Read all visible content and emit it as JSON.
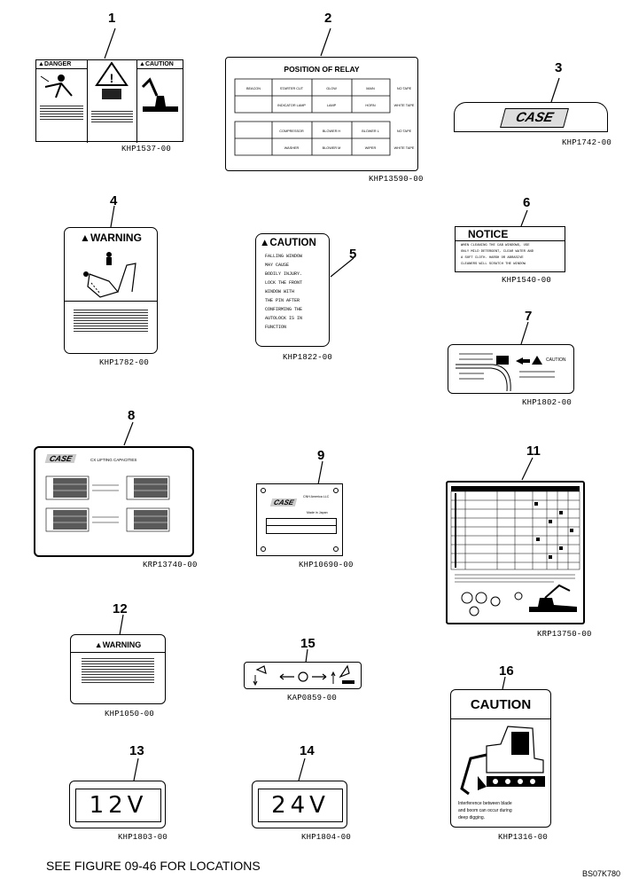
{
  "items": [
    {
      "number": "1",
      "code": "KHP1537-00",
      "text": [
        "DANGER",
        "CAUTION"
      ]
    },
    {
      "number": "2",
      "code": "KHP13590-00",
      "text": [
        "POSITION OF RELAY",
        "BEACON",
        "STARTER CUT",
        "GLOW",
        "MAIN",
        "INDICATOR LAMP",
        "LAMP",
        "HORN",
        "COMPRESSOR",
        "BLOWER H",
        "BLOWER L",
        "WASHER",
        "BLOWER M",
        "WIPER",
        "NO TAPE",
        "WHITE TAPE"
      ]
    },
    {
      "number": "3",
      "code": "KHP1742-00",
      "text": [
        "CASE"
      ]
    },
    {
      "number": "4",
      "code": "KHP1782-00",
      "text": [
        "WARNING"
      ]
    },
    {
      "number": "5",
      "code": "KHP1822-00",
      "text": [
        "CAUTION",
        "FALLING WINDOW",
        "MAY CAUSE",
        "BODILY INJURY.",
        "LOCK THE FRONT",
        "WINDOW WITH",
        "THE PIN AFTER",
        "CONFIRMING THE",
        "AUTOLOCK IS IN",
        "FUNCTION"
      ]
    },
    {
      "number": "6",
      "code": "KHP1540-00",
      "text": [
        "NOTICE",
        "WHEN CLEANING THE CAB WINDOWS, USE",
        "ONLY MILD DETERGENT, CLEAR WATER AND",
        "A SOFT CLOTH. HARSH OR ABRASIVE",
        "CLEANERS WILL SCRATCH THE WINDOW"
      ]
    },
    {
      "number": "7",
      "code": "KHP1802-00",
      "text": [
        "CAUTION"
      ]
    },
    {
      "number": "8",
      "code": "KRP13740-00",
      "text": [
        "CASE",
        "CX LIFTING CAPACITIES"
      ]
    },
    {
      "number": "9",
      "code": "KHP10690-00",
      "text": [
        "CASE",
        "CNH America LLC",
        "Made in Japan"
      ]
    },
    {
      "number": "11",
      "code": "KRP13750-00",
      "text": []
    },
    {
      "number": "12",
      "code": "KHP1050-00",
      "text": [
        "WARNING"
      ]
    },
    {
      "number": "15",
      "code": "KAP0859-00",
      "text": []
    },
    {
      "number": "16",
      "code": "KHP1316-00",
      "text": [
        "CAUTION",
        "Interference between blade",
        "and boom can occur during",
        "deep digging."
      ]
    },
    {
      "number": "13",
      "code": "KHP1803-00",
      "text": [
        "12V"
      ]
    },
    {
      "number": "14",
      "code": "KHP1804-00",
      "text": [
        "24V"
      ]
    }
  ],
  "footer": "SEE FIGURE 09-46 FOR LOCATIONS",
  "figure_id": "BS07K780"
}
